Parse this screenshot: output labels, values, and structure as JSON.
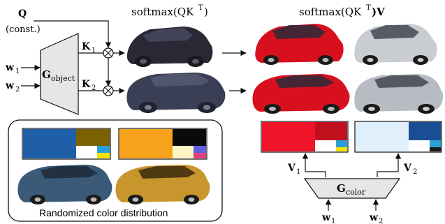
{
  "labels": {
    "q": "Q",
    "q_const": "(const.)",
    "w1": "w",
    "w1_sub": "1",
    "w2": "w",
    "w2_sub": "2",
    "g_object": "G",
    "g_object_sub": "object",
    "k1": "K",
    "k1_sub": "1",
    "k2": "K",
    "k2_sub": "2",
    "softmax_qk_title": "softmax(QK",
    "softmax_qk_sup": "T",
    "softmax_qk_close": ")",
    "softmax_qkv_title": "softmax(QK",
    "softmax_qkv_sup": "T",
    "softmax_qkv_close": ")V",
    "v1": "V",
    "v1_sub": "1",
    "v2": "V",
    "v2_sub": "2",
    "g_color": "G",
    "g_color_sub": "color",
    "w1_bottom": "w",
    "w1_bottom_sub": "1",
    "w2_bottom": "w",
    "w2_bottom_sub": "2",
    "randomized_caption": "Randomized color distribution"
  },
  "icons": {
    "multiply": "circled-times-icon"
  },
  "colors": {
    "dark_car": "#2b2836",
    "dark_car2": "#3a3f55",
    "red_car": "#d8101e",
    "silver_car": "#c9ccd0",
    "silver_car2": "#b7bcc2",
    "blue_car": "#3a5a78",
    "gold_car": "#c7962c",
    "palette_blue_main": "#1f5fa8",
    "palette_olive": "#7a6200",
    "palette_orange": "#f6a21a",
    "palette_black": "#0a0a0a",
    "palette_red_main": "#ef1428",
    "palette_darkred": "#c0101e",
    "palette_lightblue": "#dff0fc",
    "palette_navy": "#1a4e94",
    "palette_cyan": "#2aa0d8",
    "palette_yellow": "#f4e400",
    "palette_violet": "#6060e0",
    "palette_cream": "#fff4c4"
  }
}
